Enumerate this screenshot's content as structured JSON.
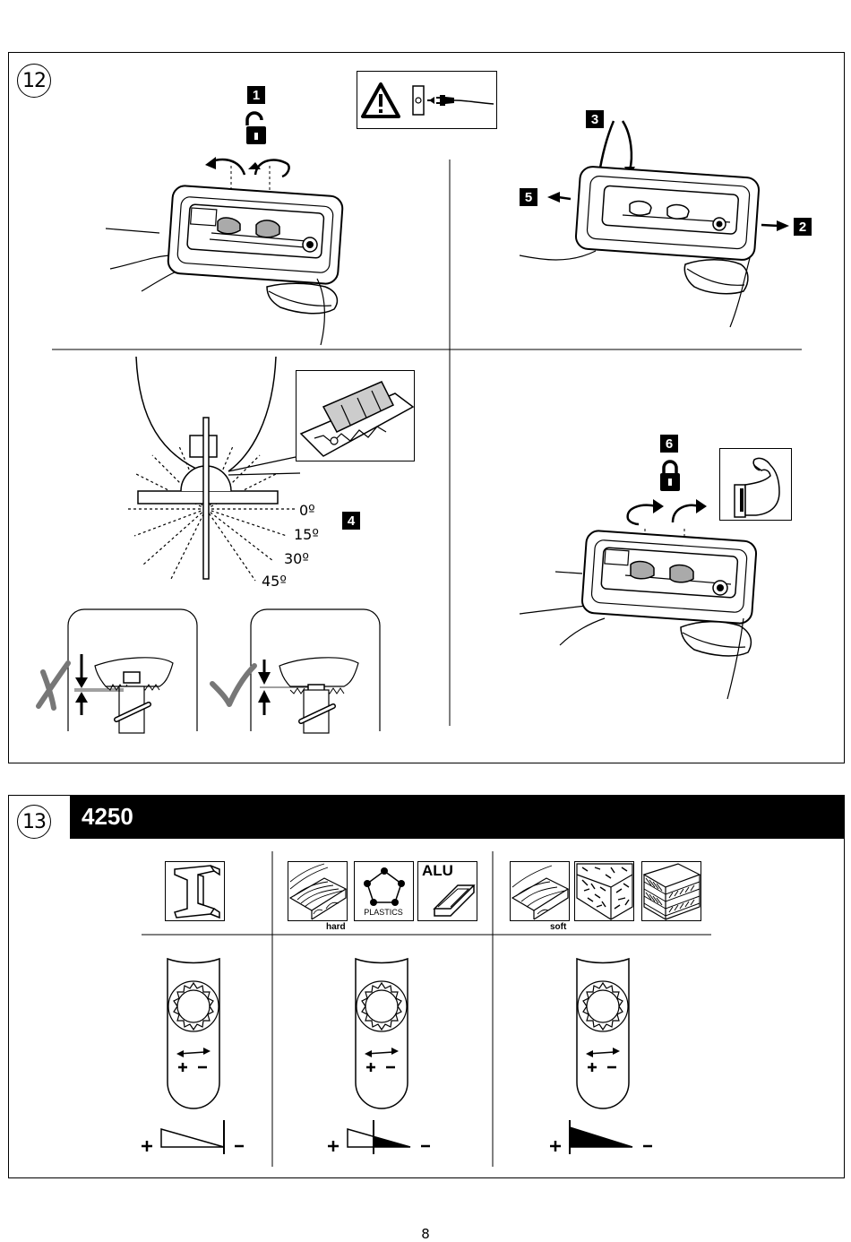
{
  "section12": {
    "number": "12",
    "steps": [
      "1",
      "2",
      "3",
      "4",
      "5",
      "6"
    ],
    "angles": [
      "0º",
      "15º",
      "30º",
      "45º"
    ],
    "icons": [
      "warning-unplug-icon",
      "unlock-icon",
      "lock-icon",
      "strength-icon",
      "cross-mark-icon",
      "check-mark-icon"
    ]
  },
  "section13": {
    "number": "13",
    "model": "4250",
    "columns": [
      {
        "materials": [
          "steel-beam-icon"
        ],
        "label": "",
        "setting": "+ -",
        "wedge_fill": 0
      },
      {
        "materials": [
          "hardwood-icon",
          "plastics-icon",
          "aluminium-icon"
        ],
        "label": "hard",
        "setting": "+ -",
        "wedge_fill": 0.5
      },
      {
        "materials": [
          "softwood-icon",
          "chipboard-icon",
          "plywood-icon"
        ],
        "label": "soft",
        "setting": "+ -",
        "wedge_fill": 1
      }
    ],
    "plastics_label": "PLASTICS",
    "alu_label": "ALU",
    "plus": "+",
    "minus": "-"
  },
  "page_number": "8"
}
